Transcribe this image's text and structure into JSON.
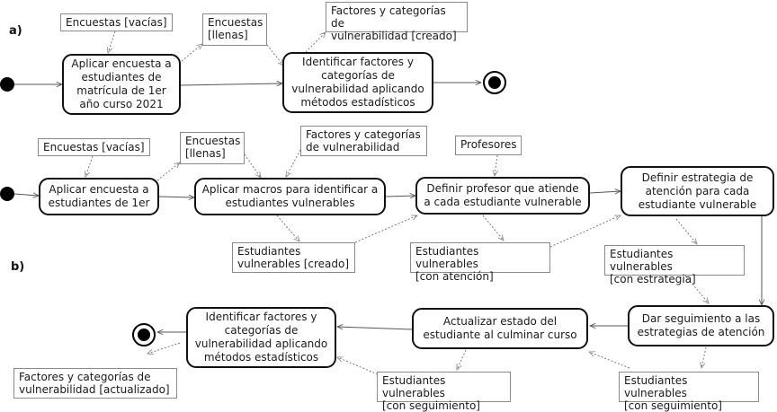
{
  "diagram": {
    "type": "uml-activity",
    "colors": {
      "stroke": "#111111",
      "object_border": "#8a8a8a",
      "dashed_flow": "#7a7a7a"
    },
    "panel_a": {
      "label": "a)",
      "activities": [
        "Aplicar encuesta a\nestudiantes de\nmatrícula de 1er\naño curso 2021",
        "Identificar factores y\ncategorías de\nvulnerabilidad aplicando\nmétodos estadísticos"
      ],
      "objects": [
        "Encuestas [vacías]",
        "Encuestas\n[llenas]",
        "Factores y categorías de\nvulnerabilidad  [creado]"
      ]
    },
    "panel_b": {
      "label": "b)",
      "activities": [
        "Aplicar encuesta a\nestudiantes de 1er",
        "Aplicar macros para identificar a\nestudiantes vulnerables",
        "Definir profesor que atiende\na cada estudiante vulnerable",
        "Definir estrategia de\natención para cada\nestudiante vulnerable",
        "Dar seguimiento a las\nestrategias de atención",
        "Actualizar estado del\nestudiante al culminar curso",
        "Identificar factores y\ncategorías de\nvulnerabilidad aplicando\nmétodos estadísticos"
      ],
      "objects": [
        "Encuestas [vacías]",
        "Encuestas\n[llenas]",
        "Factores y categorías\nde vulnerabilidad",
        "Profesores",
        "Estudiantes\nvulnerables [creado]",
        "Estudiantes vulnerables\n[con atención]",
        "Estudiantes vulnerables\n[con estrategia]",
        "Estudiantes vulnerables\n[con seguimiento]",
        "Estudiantes vulnerables\n[con seguimiento]",
        "Factores y categorías de\nvulnerabilidad  [actualizado]"
      ]
    }
  }
}
